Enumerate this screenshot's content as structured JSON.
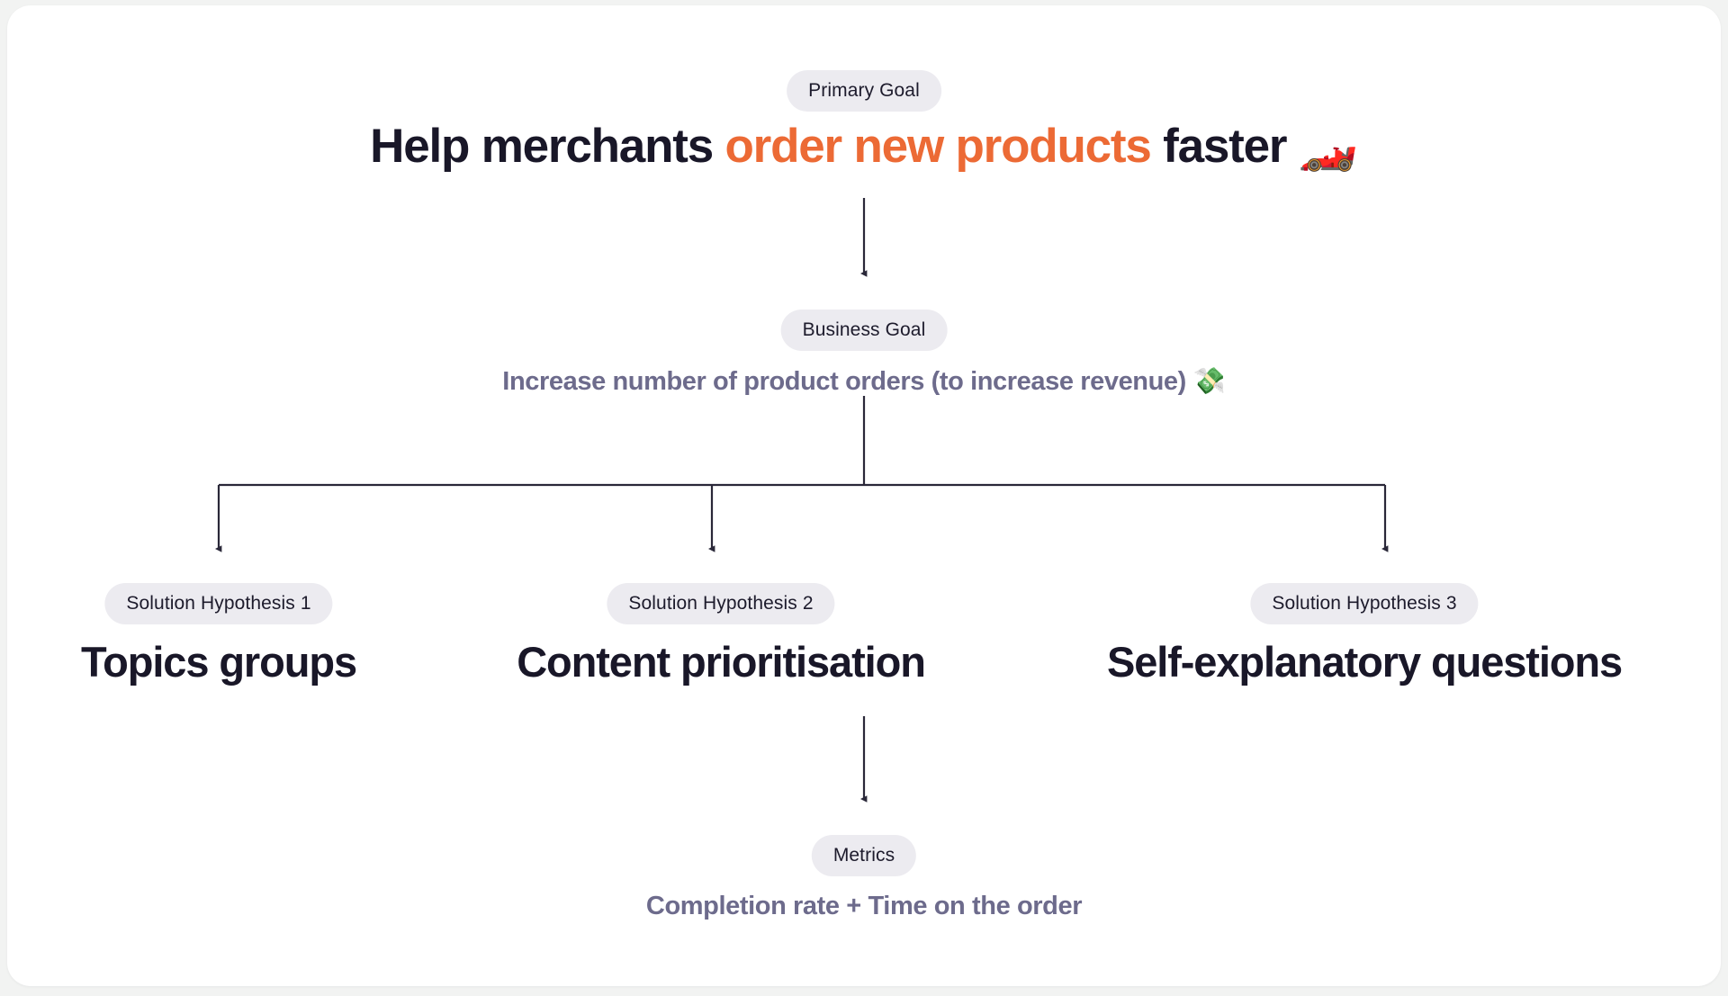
{
  "theme": {
    "page_background": "#f2f3f2",
    "card_background": "#ffffff",
    "pill_background": "#ecebf0",
    "pill_text": "#1d1b2c",
    "heading_text": "#191728",
    "muted_text": "#6d6b8c",
    "accent_orange": "#ec6a35",
    "connector_stroke": "#2a2839"
  },
  "primary": {
    "pill_label": "Primary Goal",
    "title_part_1": "Help merchants ",
    "title_accent": "order new products",
    "title_part_2": " faster ",
    "title_emoji": "🏎️",
    "title_emoji_name": "racing-car-emoji"
  },
  "business": {
    "pill_label": "Business Goal",
    "text": "Increase number of product orders (to increase revenue) ",
    "emoji": "💸",
    "emoji_name": "money-with-wings-emoji"
  },
  "hypotheses": [
    {
      "pill_label": "Solution Hypothesis 1",
      "title": "Topics groups"
    },
    {
      "pill_label": "Solution Hypothesis 2",
      "title": "Content prioritisation"
    },
    {
      "pill_label": "Solution Hypothesis 3",
      "title": "Self-explanatory questions"
    }
  ],
  "metrics": {
    "pill_label": "Metrics",
    "text": "Completion rate + Time on the order"
  },
  "diagram_structure": {
    "type": "tree",
    "levels": [
      {
        "level": 1,
        "nodes": [
          "Primary Goal"
        ]
      },
      {
        "level": 2,
        "nodes": [
          "Business Goal"
        ]
      },
      {
        "level": 3,
        "nodes": [
          "Solution Hypothesis 1",
          "Solution Hypothesis 2",
          "Solution Hypothesis 3"
        ]
      },
      {
        "level": 4,
        "nodes": [
          "Metrics"
        ]
      }
    ],
    "edges": [
      {
        "from": "Primary Goal",
        "to": "Business Goal",
        "style": "straight-arrow"
      },
      {
        "from": "Business Goal",
        "to": "Solution Hypothesis 1",
        "style": "elbow-arrow"
      },
      {
        "from": "Business Goal",
        "to": "Solution Hypothesis 2",
        "style": "elbow-arrow"
      },
      {
        "from": "Business Goal",
        "to": "Solution Hypothesis 3",
        "style": "elbow-arrow"
      },
      {
        "from": "Solution Hypothesis 2",
        "to": "Metrics",
        "style": "straight-arrow"
      }
    ]
  }
}
